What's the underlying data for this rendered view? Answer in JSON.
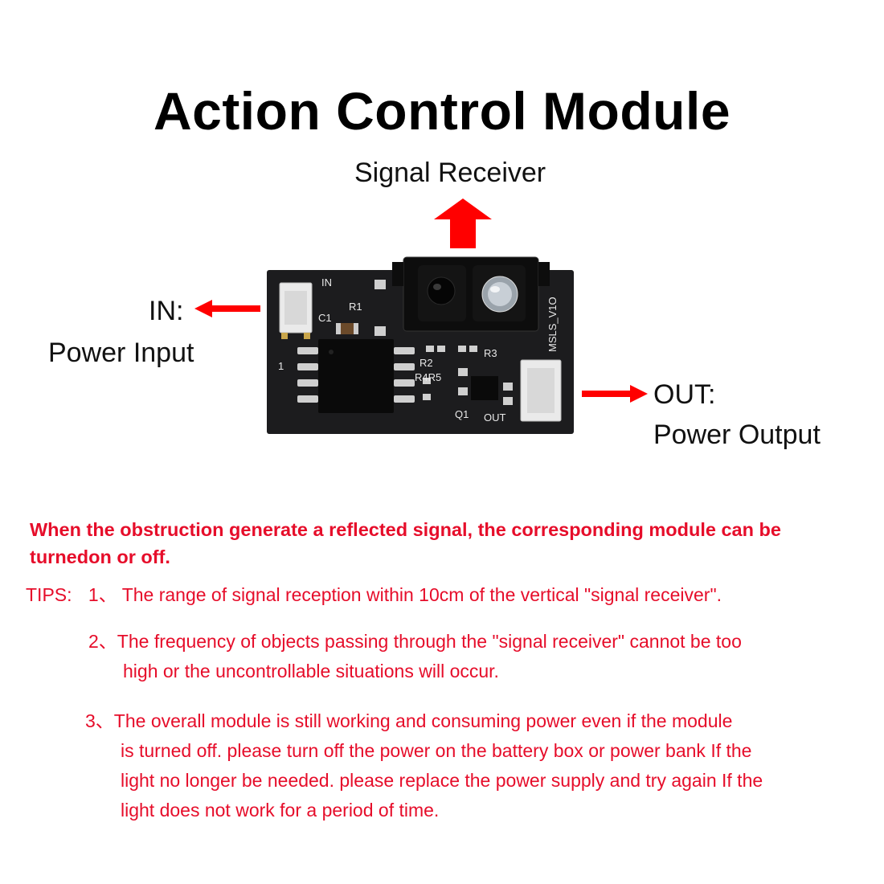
{
  "title": "Action Control Module",
  "labels": {
    "signal_receiver": "Signal Receiver",
    "in_label": "IN:",
    "power_input": "Power Input",
    "out_label": "OUT:",
    "power_output": "Power Output"
  },
  "board_silkscreen": {
    "in_mark": "IN",
    "r1": "R1",
    "c1": "C1",
    "r2": "R2",
    "r3": "R3",
    "r4r5": "R4R5",
    "q1": "Q1",
    "out_mark": "OUT",
    "version": "MSLS_V1O",
    "pin1": "1"
  },
  "description": "When the obstruction generate a reflected signal, the corresponding module can be turnedon or off.",
  "tips": {
    "prefix": "TIPS:",
    "items": [
      {
        "num": "1、",
        "lines": [
          "The range of signal reception within 10cm of the vertical \"signal receiver\"."
        ]
      },
      {
        "num": "2、",
        "lines": [
          "The frequency of objects passing through the \"signal receiver\" cannot be too",
          "high or the uncontrollable situations will occur."
        ]
      },
      {
        "num": "3、",
        "lines": [
          "The overall module is still working and consuming power even if the module",
          "is turned off. please turn off the power on the battery box or power bank If the",
          "light no longer be needed. please replace the power supply and try again If the",
          "light does not work for a period of time."
        ]
      }
    ]
  },
  "colors": {
    "accent_red": "#e60d2a",
    "arrow_red": "#ff0000",
    "pcb": "#1c1c1e"
  }
}
